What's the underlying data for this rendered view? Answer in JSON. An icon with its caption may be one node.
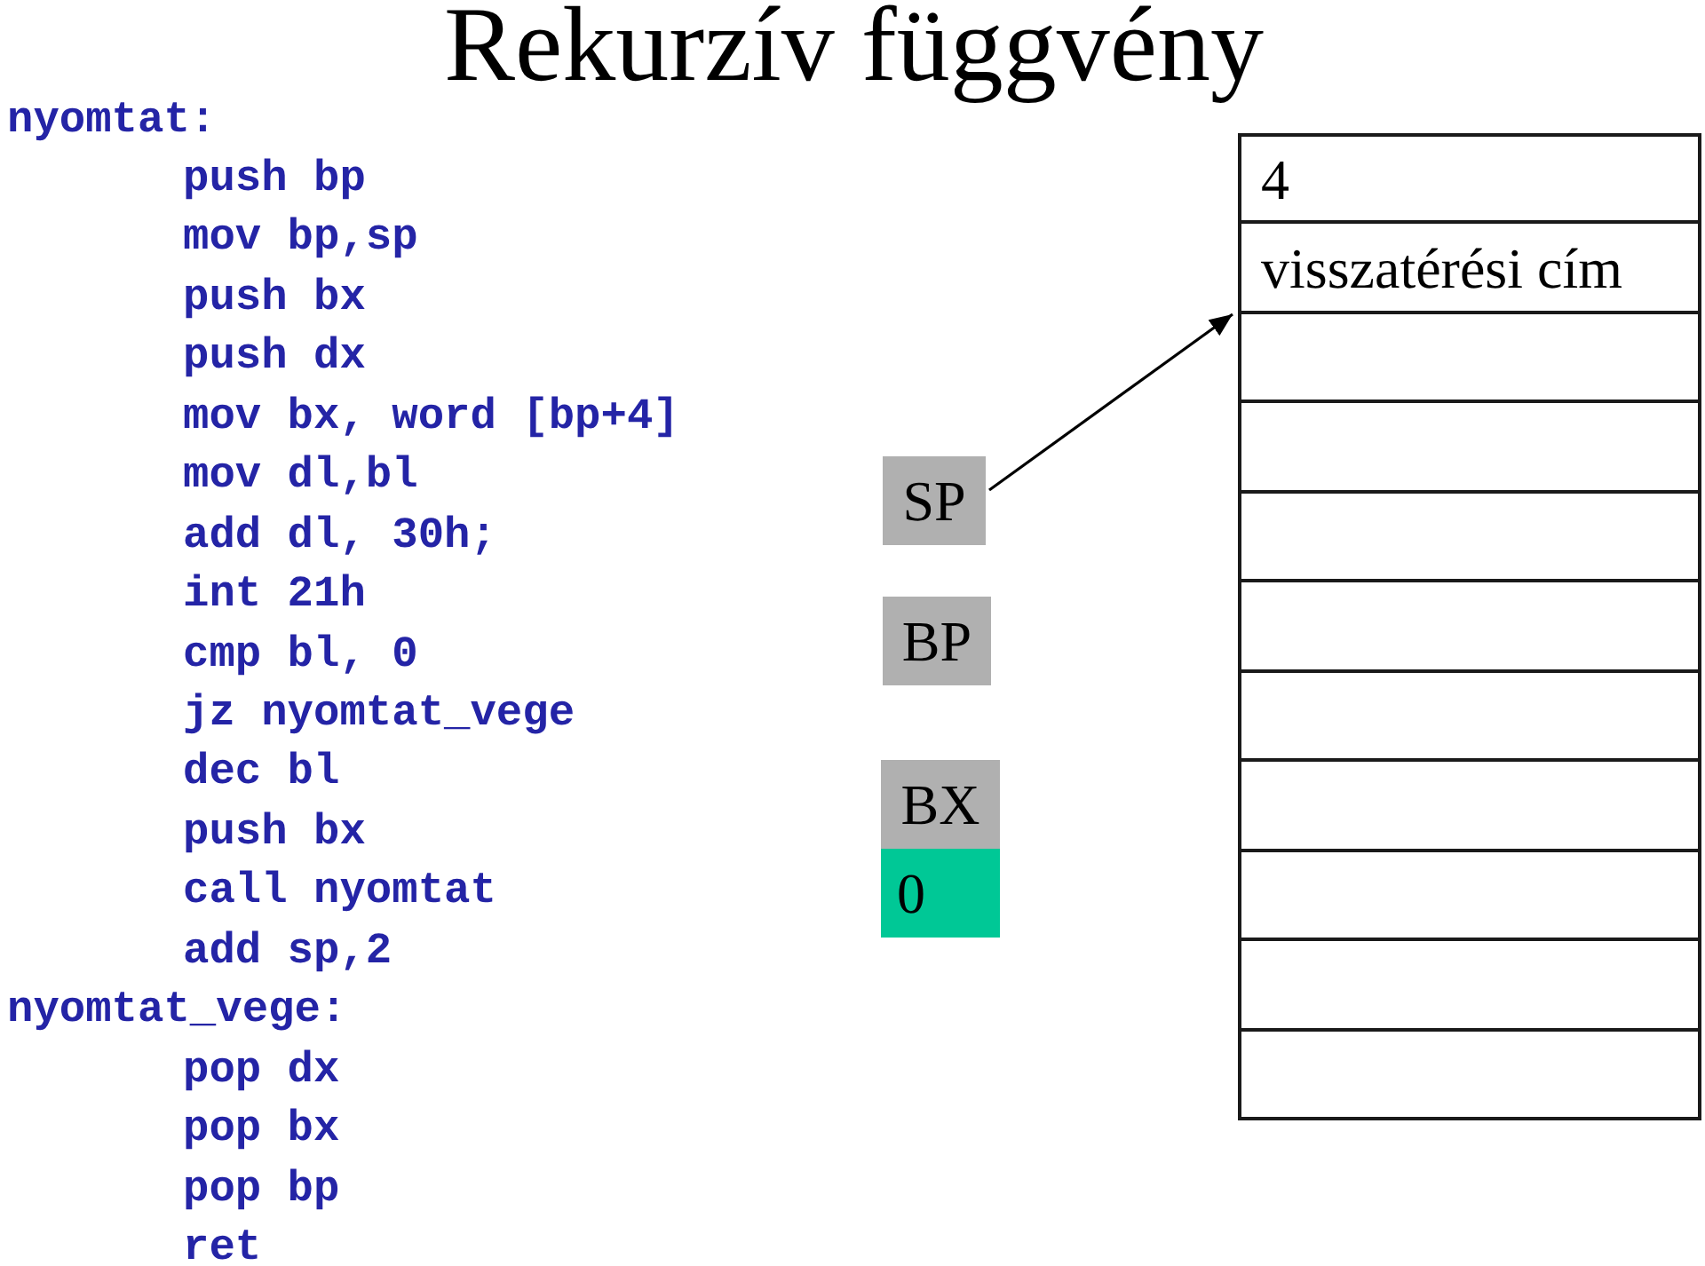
{
  "diagram": {
    "title": "Rekurzív függvény",
    "nodes": [
      {
        "text": [
          "SP"
        ]
      },
      {
        "text": [
          "BP"
        ]
      },
      {
        "text": [
          "BX"
        ]
      },
      {
        "text": [
          "0"
        ]
      },
      {
        "text": [
          "4"
        ]
      },
      {
        "text": [
          "visszatérési cím"
        ]
      },
      {
        "text": [],
        "shape": "box"
      },
      {
        "text": [],
        "shape": "box"
      },
      {
        "text": [],
        "shape": "box"
      },
      {
        "text": [],
        "shape": "box"
      },
      {
        "text": [],
        "shape": "box"
      },
      {
        "text": [],
        "shape": "box"
      },
      {
        "text": [],
        "shape": "box"
      },
      {
        "text": [],
        "shape": "box"
      },
      {
        "text": [],
        "shape": "box"
      }
    ],
    "edges": [
      {
        "from": 0,
        "to": 5,
        "arrow": "to"
      }
    ],
    "labels": [
      "nyomtat:",
      "push bp",
      "mov bp,sp",
      "push bx",
      "push dx",
      "mov bx, word [bp+4]",
      "mov dl,bl",
      "add dl, 30h;",
      "int 21h",
      "cmp bl, 0",
      "jz nyomtat_vege",
      "dec bl",
      "push bx",
      "call nyomtat",
      "add sp,2",
      "nyomtat_vege:",
      "pop dx",
      "pop bx",
      "pop bp",
      "ret"
    ]
  }
}
